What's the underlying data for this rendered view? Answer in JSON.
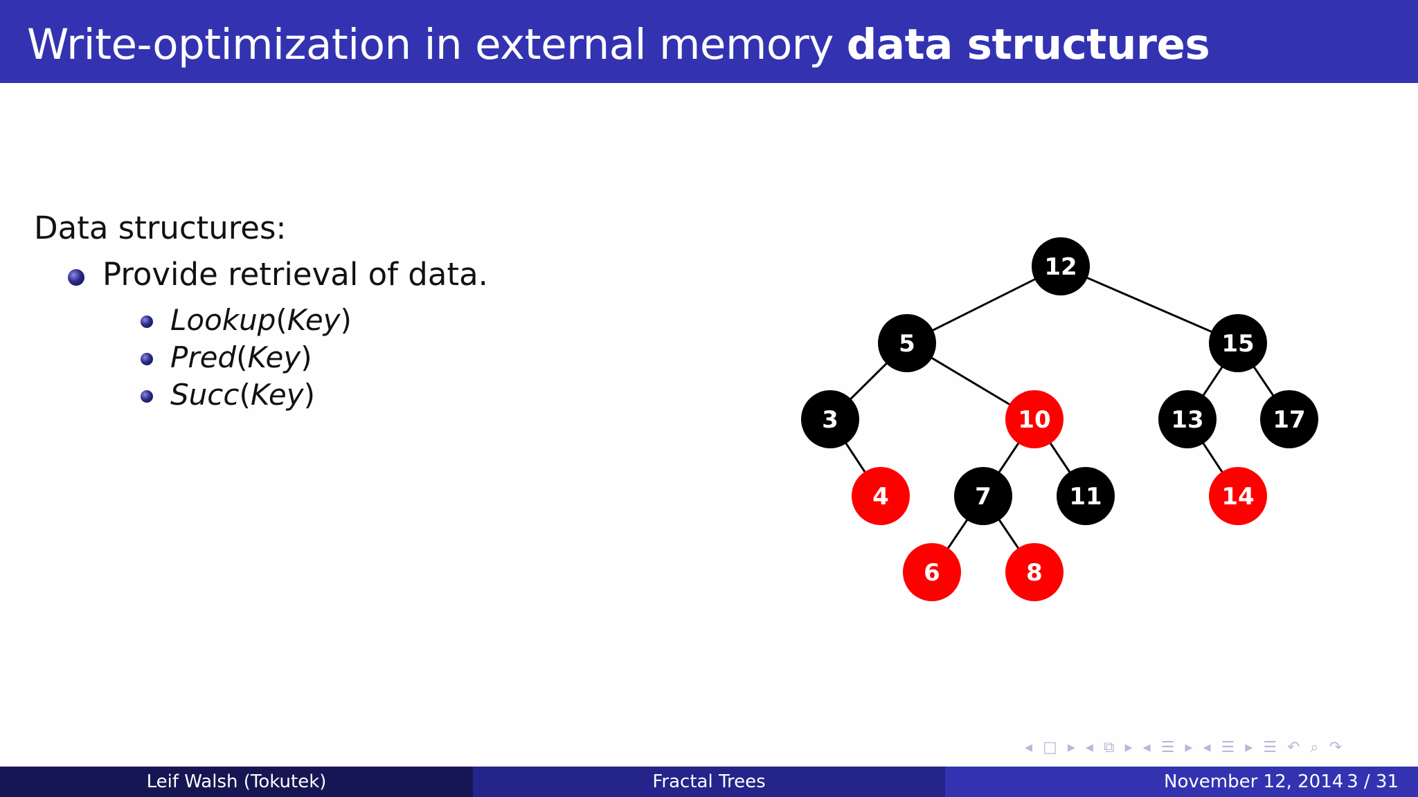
{
  "header": {
    "title_plain": "Write-optimization in external memory ",
    "title_bold": "data structures"
  },
  "content": {
    "heading": "Data structures:",
    "bullet": "Provide retrieval of data.",
    "subitems": [
      {
        "name": "Lookup",
        "arg": "Key"
      },
      {
        "name": "Pred",
        "arg": "Key"
      },
      {
        "name": "Succ",
        "arg": "Key"
      }
    ]
  },
  "tree": {
    "colors": {
      "black": "#000000",
      "red": "#ff0000",
      "label": "#ffffff"
    },
    "nodes": [
      {
        "key": "12",
        "color": "black"
      },
      {
        "key": "5",
        "color": "black"
      },
      {
        "key": "15",
        "color": "black"
      },
      {
        "key": "3",
        "color": "black"
      },
      {
        "key": "10",
        "color": "red"
      },
      {
        "key": "13",
        "color": "black"
      },
      {
        "key": "17",
        "color": "black"
      },
      {
        "key": "4",
        "color": "red"
      },
      {
        "key": "7",
        "color": "black"
      },
      {
        "key": "11",
        "color": "black"
      },
      {
        "key": "14",
        "color": "red"
      },
      {
        "key": "6",
        "color": "red"
      },
      {
        "key": "8",
        "color": "red"
      }
    ],
    "edges": [
      [
        "12",
        "5"
      ],
      [
        "12",
        "15"
      ],
      [
        "5",
        "3"
      ],
      [
        "5",
        "10"
      ],
      [
        "15",
        "13"
      ],
      [
        "15",
        "17"
      ],
      [
        "3",
        "4"
      ],
      [
        "10",
        "7"
      ],
      [
        "10",
        "11"
      ],
      [
        "13",
        "14"
      ],
      [
        "7",
        "6"
      ],
      [
        "7",
        "8"
      ]
    ]
  },
  "footer": {
    "author": "Leif Walsh  (Tokutek)",
    "title": "Fractal Trees",
    "date": "November 12, 2014",
    "page": "3 / 31"
  },
  "theme": {
    "header_bg": "#3333b2",
    "footer_left": "#161654",
    "footer_mid": "#24248a",
    "footer_right": "#3333b2"
  }
}
